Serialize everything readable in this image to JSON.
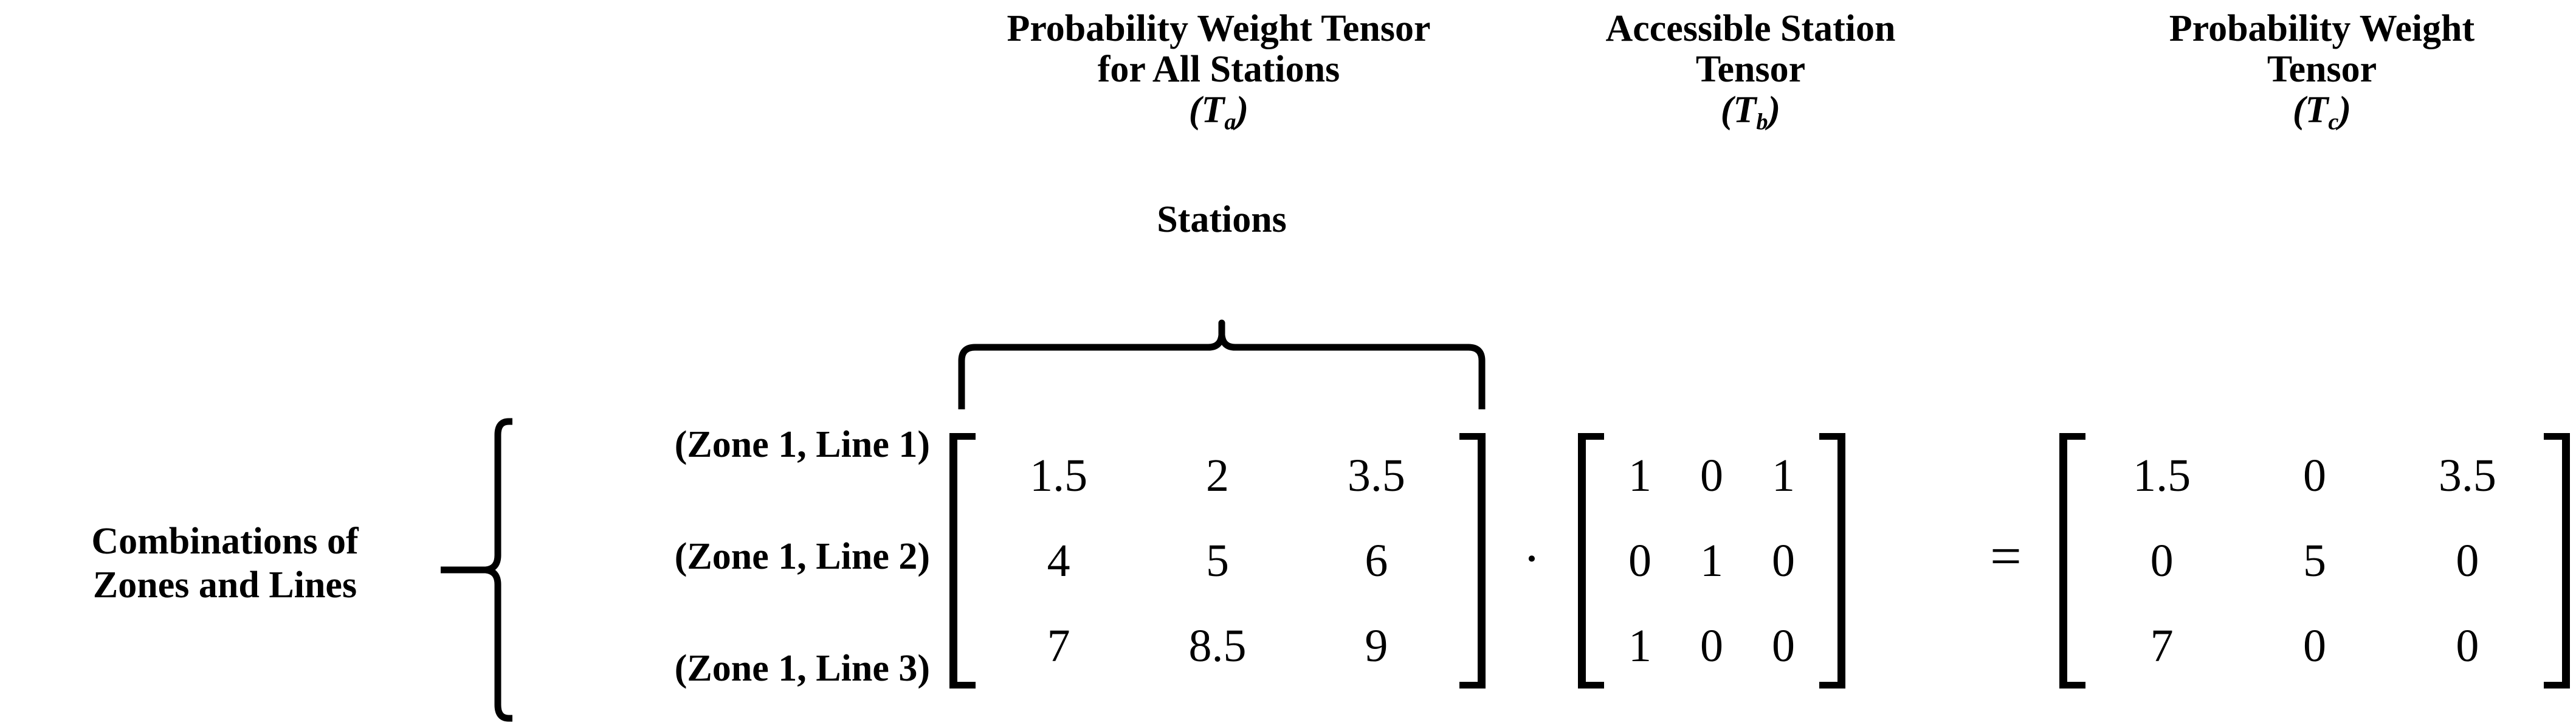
{
  "headers": {
    "ta": {
      "line1": "Probability Weight Tensor",
      "line2": "for All Stations",
      "symbol": "T",
      "subscript": "a",
      "open": "(",
      "close": ")"
    },
    "tb": {
      "line1": "Accessible Station",
      "line2": "Tensor",
      "symbol": "T",
      "subscript": "b",
      "open": "(",
      "close": ")"
    },
    "tc": {
      "line1": "Probability Weight",
      "line2": "Tensor",
      "symbol": "T",
      "subscript": "c",
      "open": "(",
      "close": ")"
    }
  },
  "axis_labels": {
    "columns": "Stations",
    "rows_line1": "Combinations of",
    "rows_line2": "Zones and Lines"
  },
  "row_labels": [
    "(Zone 1, Line 1)",
    "(Zone 1, Line 2)",
    "(Zone 1, Line 3)"
  ],
  "operators": {
    "multiply": "·",
    "equals": "="
  },
  "chart_data": {
    "type": "table",
    "title": "Probability Weight Tensor for All Stations (Ta) · Accessible Station Tensor (Tb) = Probability Weight Tensor (Tc)",
    "xlabel": "Stations",
    "ylabel": "Combinations of Zones and Lines",
    "row_categories": [
      "(Zone 1, Line 1)",
      "(Zone 1, Line 2)",
      "(Zone 1, Line 3)"
    ],
    "matrices": [
      {
        "name": "Ta",
        "label": "Probability Weight Tensor for All Stations",
        "rows": [
          [
            "1.5",
            "2",
            "3.5"
          ],
          [
            "4",
            "5",
            "6"
          ],
          [
            "7",
            "8.5",
            "9"
          ]
        ]
      },
      {
        "name": "Tb",
        "label": "Accessible Station Tensor",
        "rows": [
          [
            "1",
            "0",
            "1"
          ],
          [
            "0",
            "1",
            "0"
          ],
          [
            "1",
            "0",
            "0"
          ]
        ]
      },
      {
        "name": "Tc",
        "label": "Probability Weight Tensor",
        "rows": [
          [
            "1.5",
            "0",
            "3.5"
          ],
          [
            "0",
            "5",
            "0"
          ],
          [
            "7",
            "0",
            "0"
          ]
        ]
      }
    ]
  },
  "colors": {
    "ink": "#000000",
    "background": "#ffffff"
  }
}
